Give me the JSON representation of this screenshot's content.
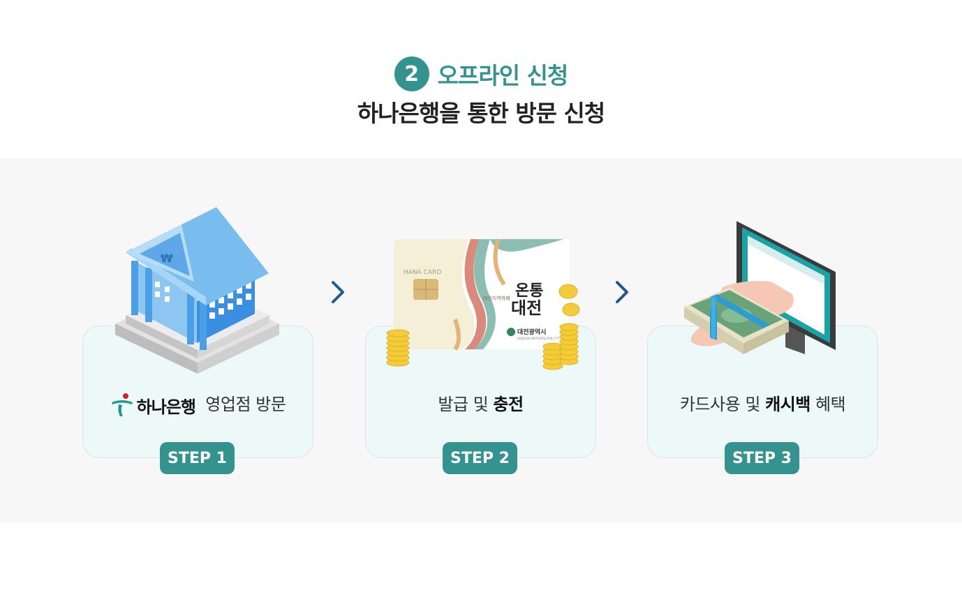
{
  "header": {
    "step_number": "2",
    "title": "오프라인 신청",
    "subtitle": "하나은행을 통한 방문 신청"
  },
  "steps": [
    {
      "label_logo": "하나은행",
      "label_text": "영업점 방문",
      "badge": "STEP 1",
      "illustration": "bank-building-icon"
    },
    {
      "label_plain": "발급 및 ",
      "label_bold": "충전",
      "badge": "STEP 2",
      "illustration": "card-with-coins-icon",
      "card": {
        "brand": "HANA CARD",
        "currency_name": "대전지역화폐",
        "product_name_top": "온통",
        "product_name_bottom": "대전",
        "issuer": "대전광역시",
        "issuer_en": "DAEJEON METROPOLITAN CITY"
      }
    },
    {
      "label_plain": "카드사용 및 ",
      "label_bold": "캐시백",
      "label_tail": " 혜택",
      "badge": "STEP 3",
      "illustration": "monitor-cashback-icon"
    }
  ],
  "colors": {
    "accent": "#34938f",
    "chevron": "#1f5a8e",
    "card_bg": "#edf9f8",
    "band_bg": "#f7f7f7"
  }
}
